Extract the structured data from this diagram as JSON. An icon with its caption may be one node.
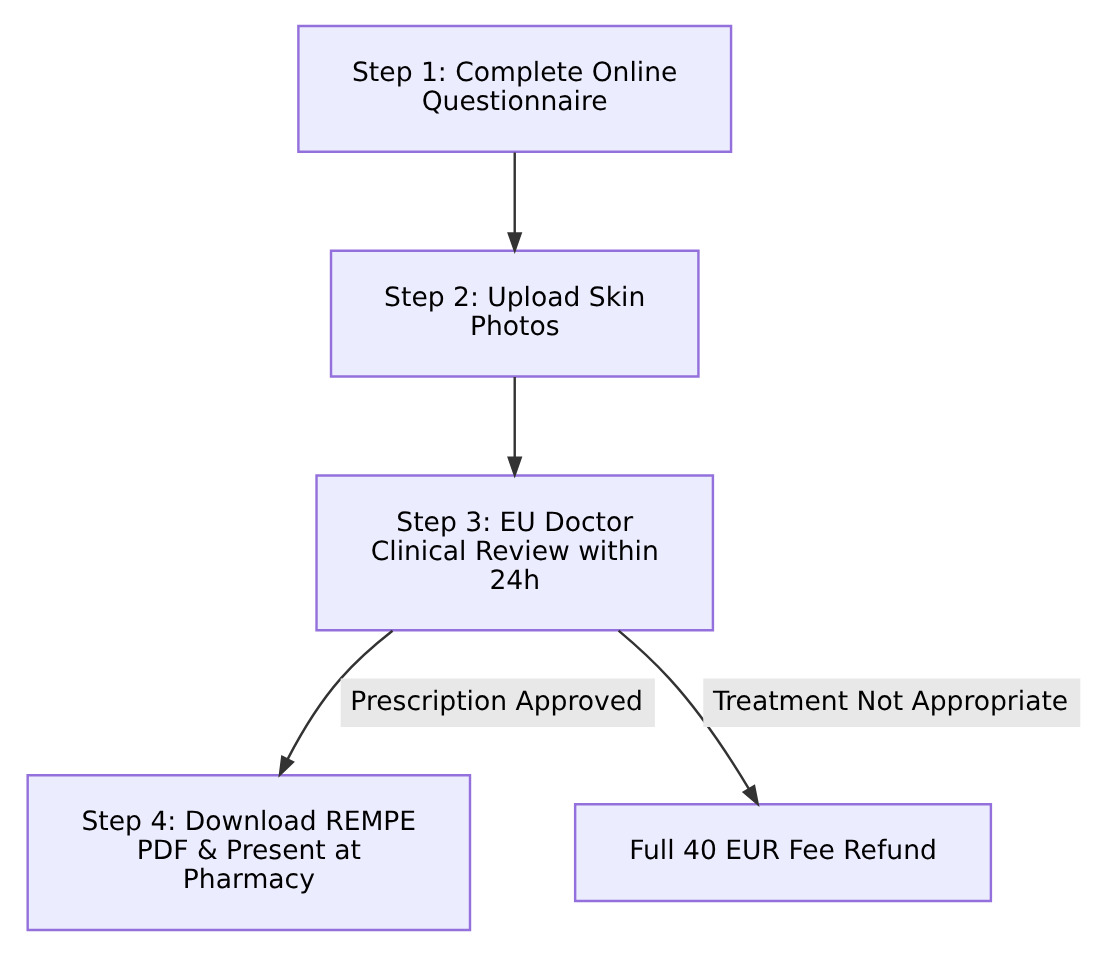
{
  "diagram": {
    "nodes": [
      {
        "text": [
          "Step 1: Complete Online Questionnaire"
        ]
      },
      {
        "text": [
          "Step 2: Upload Skin Photos"
        ]
      },
      {
        "text": [
          "Step 3: EU Doctor Clinical Review within 24h"
        ]
      },
      {
        "text": [
          "Step 4: Download REMPE PDF & Present at Pharmacy"
        ]
      },
      {
        "text": [
          "Full 40 EUR Fee Refund"
        ]
      }
    ],
    "edges": [
      {
        "from": 0,
        "to": 1,
        "arrow": "to"
      },
      {
        "from": 1,
        "to": 2,
        "arrow": "to"
      },
      {
        "from": 2,
        "to": 3,
        "arrow": "to",
        "label": "Prescription Approved"
      },
      {
        "from": 2,
        "to": 4,
        "arrow": "to",
        "label": "Treatment Not Appropriate"
      }
    ]
  }
}
